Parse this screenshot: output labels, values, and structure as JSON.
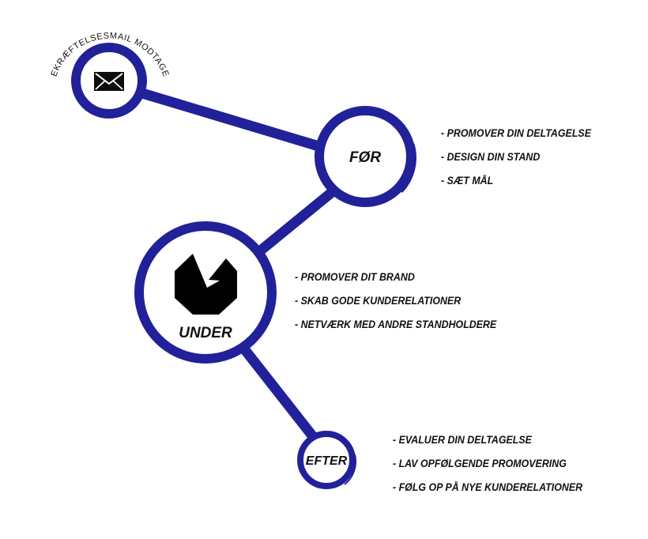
{
  "colors": {
    "accent": "#21219a",
    "text": "#111111",
    "background": "#ffffff"
  },
  "icons": {
    "email": "envelope-icon",
    "under": "badge-logo-icon"
  },
  "arc_label": "BEKRÆFTELSESMAIL MODTAGET",
  "stages": {
    "foer": {
      "label": "FØR",
      "items": [
        "- PROMOVER DIN DELTAGELSE",
        "- DESIGN DIN STAND",
        "- SÆT MÅL"
      ]
    },
    "under": {
      "label": "UNDER",
      "items": [
        "- PROMOVER DIT BRAND",
        "- SKAB GODE KUNDERELATIONER",
        "- NETVÆRK MED ANDRE STANDHOLDERE"
      ]
    },
    "efter": {
      "label": "EFTER",
      "items": [
        "- EVALUER DIN DELTAGELSE",
        "- LAV OPFØLGENDE PROMOVERING",
        "- FØLG OP PÅ NYE KUNDERELATIONER"
      ]
    }
  }
}
